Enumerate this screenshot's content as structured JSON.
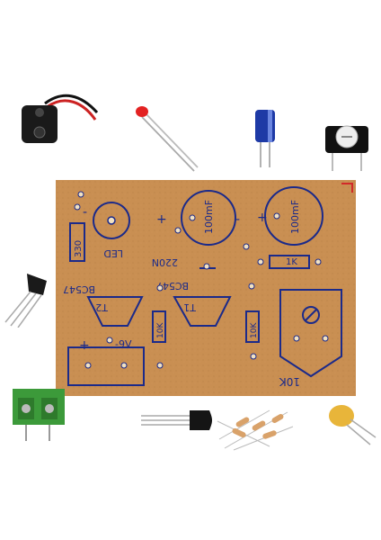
{
  "pcb": {
    "led_label": "LED",
    "resistor_330": "330",
    "cap1_label": "100mF",
    "cap2_label": "100mF",
    "cap_220n": "220N",
    "resistor_1k": "1K",
    "t1_part": "BC547",
    "t1_ref": "T1",
    "t2_part": "BC547",
    "t2_ref": "T2",
    "resistor_10k_a": "10K",
    "resistor_10k_b": "10K",
    "battery_neg": "-9V",
    "battery_pos": "+",
    "pot_label": "10K",
    "plus": "+",
    "minus": "-"
  },
  "colors": {
    "board": "#c98f52",
    "ink": "#1b2a8a",
    "background": "#ffffff"
  },
  "components": [
    "battery-clip",
    "red-led",
    "electrolytic-capacitor",
    "trimmer-potentiometer",
    "transistor",
    "terminal-block",
    "transistor",
    "resistors",
    "ceramic-capacitor"
  ]
}
